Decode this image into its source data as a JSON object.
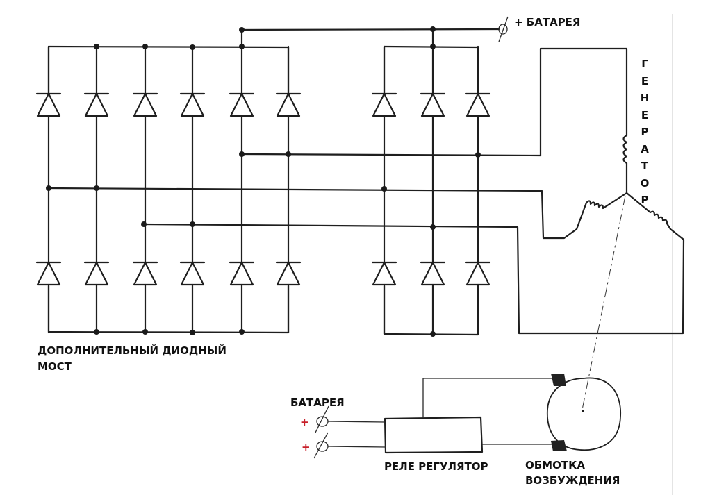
{
  "diagram": {
    "title": "Генератор с дополнительным диодным мостом",
    "labels": {
      "battery_top": "+ БАТАРЕЯ",
      "generator_vertical": [
        "Г",
        "Е",
        "Н",
        "Е",
        "Р",
        "А",
        "Т",
        "О",
        "Р"
      ],
      "extra_bridge_line1": "ДОПОЛНИТЕЛЬНЫЙ ДИОДНЫЙ",
      "extra_bridge_line2": "МОСТ",
      "battery_bottom": "БАТАРЕЯ",
      "plus_1": "+",
      "plus_2": "+",
      "relay": "РЕЛЕ РЕГУЛЯТОР",
      "field_winding_line1": "ОБМОТКА",
      "field_winding_line2": "ВОЗБУЖДЕНИЯ"
    },
    "components": {
      "additional_bridge_diodes_upper": 6,
      "additional_bridge_diodes_lower": 6,
      "main_bridge_diodes_upper": 3,
      "main_bridge_diodes_lower": 3,
      "generator_windings": 3,
      "battery_terminals": 3
    },
    "colors": {
      "ink": "#1e1e1e",
      "plus_red": "#c8202a",
      "paper": "#ffffff"
    }
  }
}
